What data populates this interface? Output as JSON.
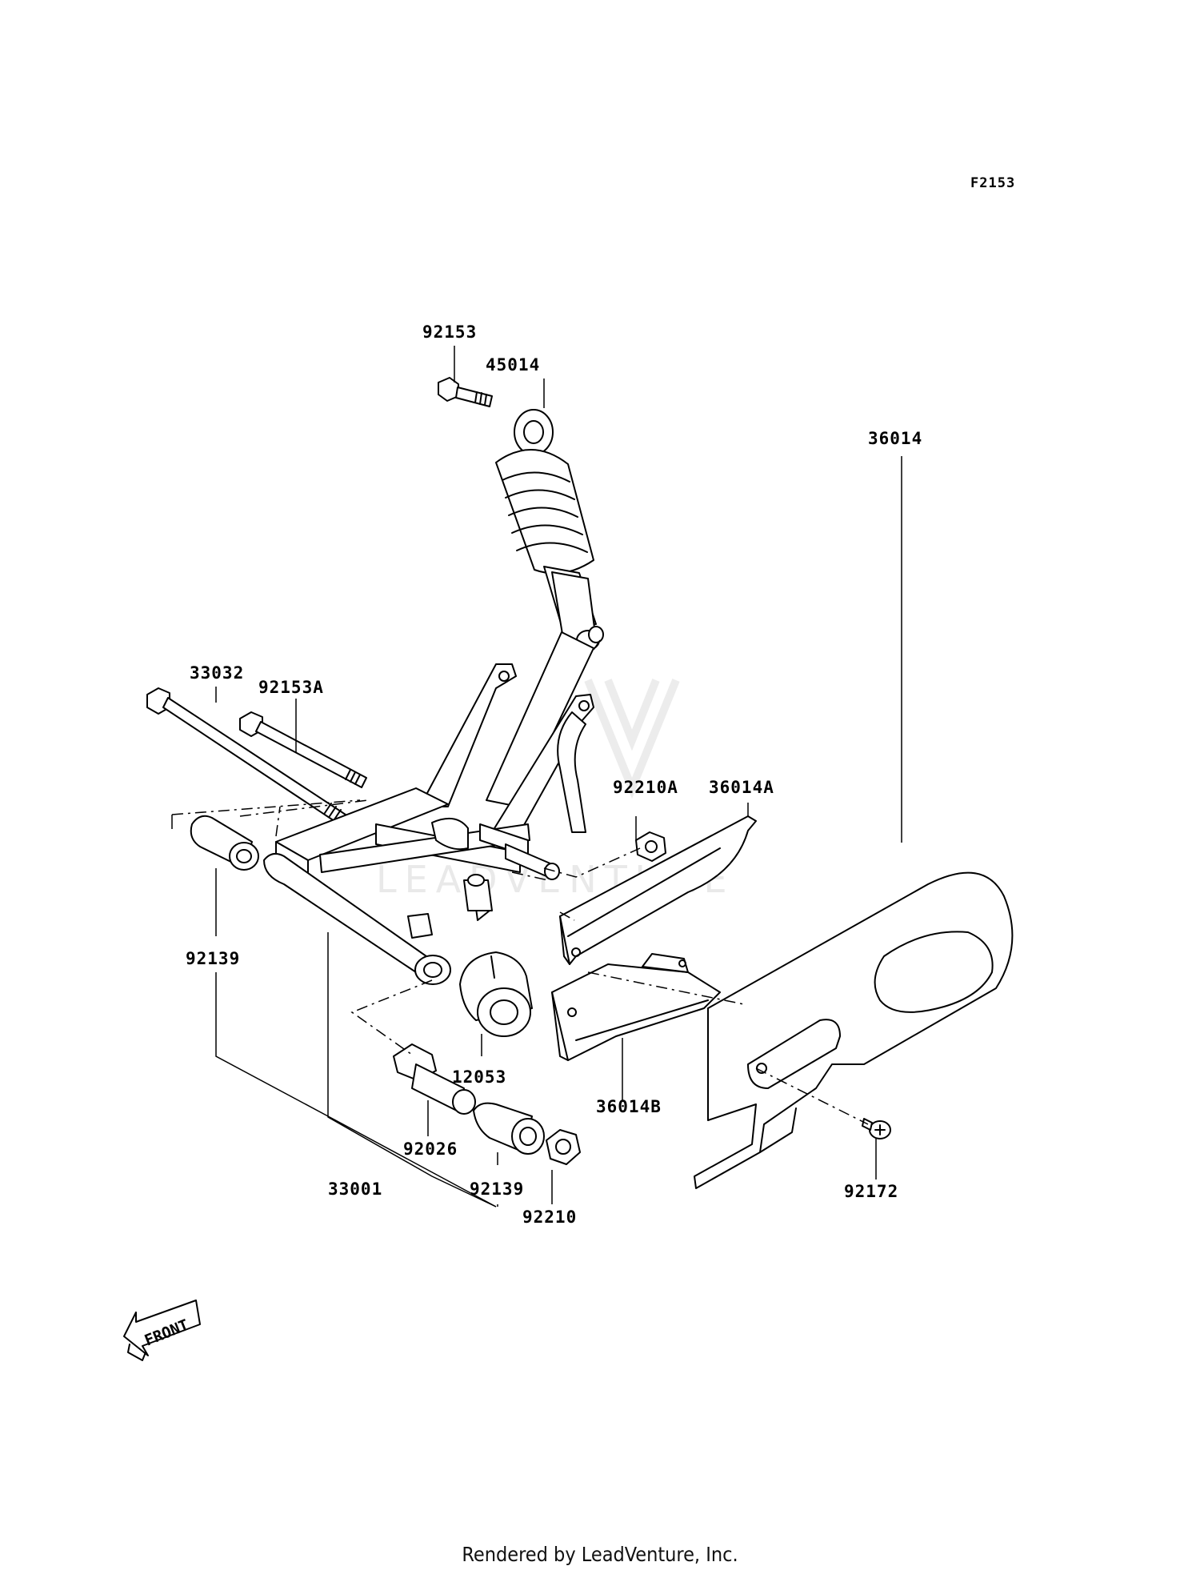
{
  "figure_code": "F2153",
  "front_label": "FRONT",
  "watermark": "LEADVENTURE",
  "footer": "Rendered by LeadVenture, Inc.",
  "callouts": {
    "p92153": "92153",
    "p45014": "45014",
    "p33032": "33032",
    "p92153A": "92153A",
    "p92210A": "92210A",
    "p36014A": "36014A",
    "p36014": "36014",
    "p92139_left": "92139",
    "p12053": "12053",
    "p36014B": "36014B",
    "p92026": "92026",
    "p92139_right": "92139",
    "p33001": "33001",
    "p92210": "92210",
    "p92172": "92172"
  }
}
